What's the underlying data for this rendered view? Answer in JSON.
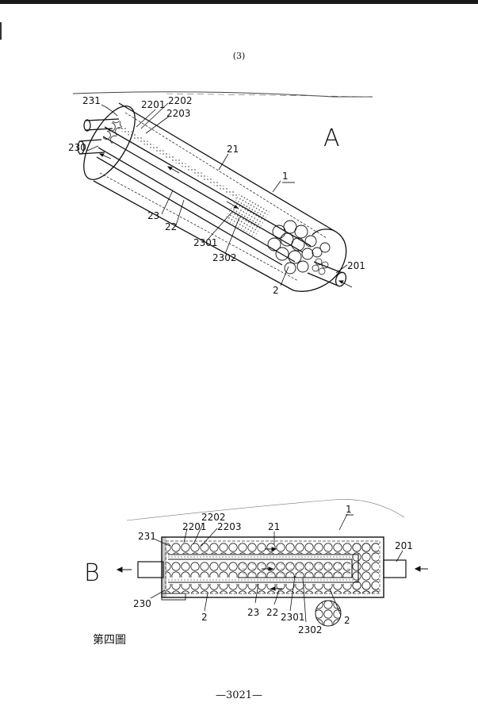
{
  "page": {
    "number": "(3)",
    "footer": "—3021—",
    "caption": "第四圖"
  },
  "figA": {
    "letter": "A",
    "labels": {
      "l231": "231",
      "l2201": "2201",
      "l2202": "2202",
      "l2203": "2203",
      "l230": "230",
      "l21": "21",
      "l1": "1",
      "l23": "23",
      "l22": "22",
      "l2301": "2301",
      "l2302": "2302",
      "l2": "2",
      "l201": "201"
    }
  },
  "figB": {
    "letter": "B",
    "labels": {
      "l1": "1",
      "l2202": "2202",
      "l2201": "2201",
      "l2203": "2203",
      "l231": "231",
      "l21": "21",
      "l201": "201",
      "l230": "230",
      "l2a": "2",
      "l23": "23",
      "l22": "22",
      "l2301": "2301",
      "l2302": "2302",
      "l2b": "2"
    }
  }
}
